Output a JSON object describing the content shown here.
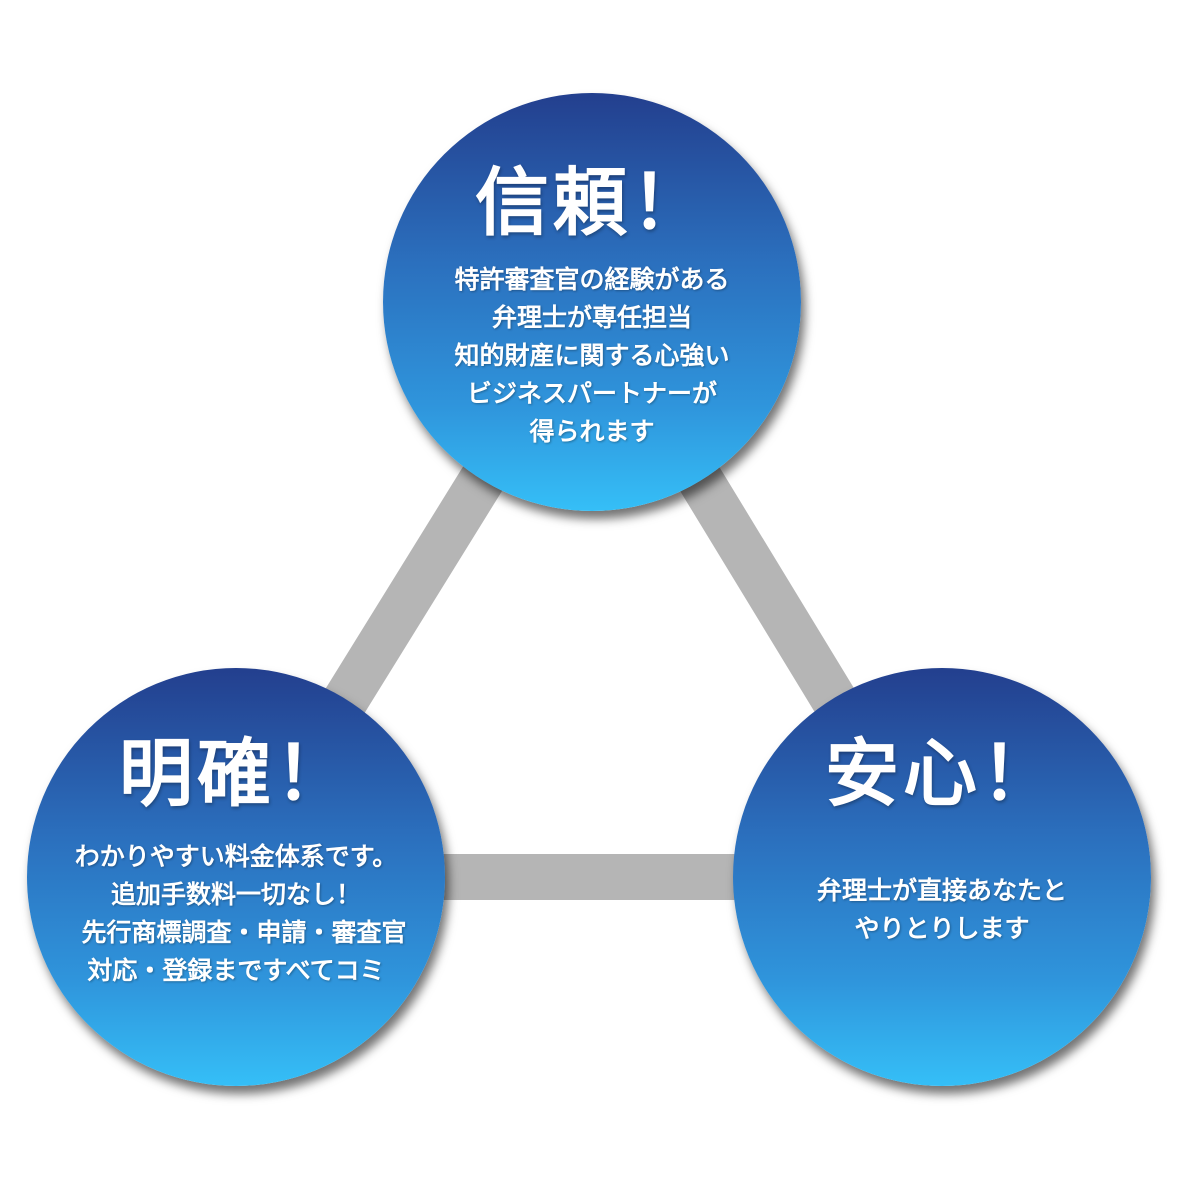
{
  "colors": {
    "gradient_top": "#233f8e",
    "gradient_bottom": "#35bff7",
    "connector": "#b5b5b5"
  },
  "top": {
    "title": "信頼！",
    "lines": [
      "特許審査官の経験がある",
      "弁理士が専任担当",
      "知的財産に関する心強い",
      "ビジネスパートナーが",
      "得られます"
    ]
  },
  "left": {
    "title": "明確！",
    "lines": [
      "わかりやすい料金体系です。",
      "追加手数料一切なし！",
      "先行商標調査・申請・審査官",
      "対応・登録まですべてコミ"
    ]
  },
  "right": {
    "title": "安心！",
    "lines": [
      "弁理士が直接あなたと",
      "やりとりします"
    ]
  }
}
